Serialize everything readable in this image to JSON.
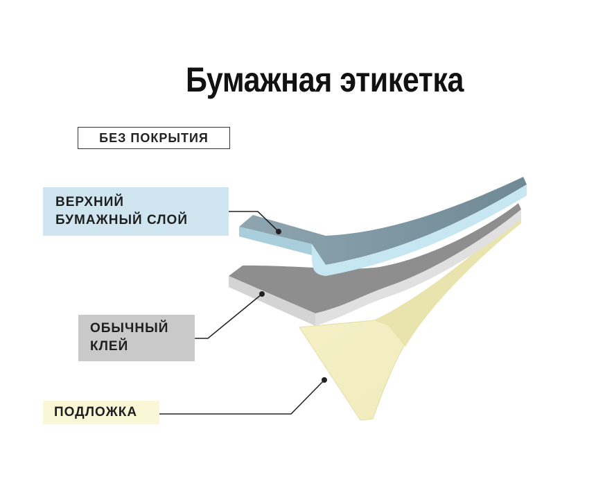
{
  "title": "Бумажная этикетка",
  "badge": "БЕЗ ПОКРЫТИЯ",
  "layers": [
    {
      "id": "top",
      "lines": [
        "ВЕРХНИЙ",
        "БУМАЖНЫЙ СЛОЙ"
      ],
      "color": "#cfe6f1"
    },
    {
      "id": "glue",
      "lines": [
        "ОБЫЧНЫЙ",
        "КЛЕЙ"
      ],
      "color": "#c9c9c9"
    },
    {
      "id": "base",
      "lines": [
        "ПОДЛОЖКА"
      ],
      "color": "#faf7d6"
    }
  ],
  "colors": {
    "paper_top": "#7f98a3",
    "paper_edge": "#bfe2ee",
    "glue_top": "#8a8a8a",
    "glue_edge": "#d6d6d6",
    "liner_face": "#f3efc3",
    "leader": "#222222"
  }
}
